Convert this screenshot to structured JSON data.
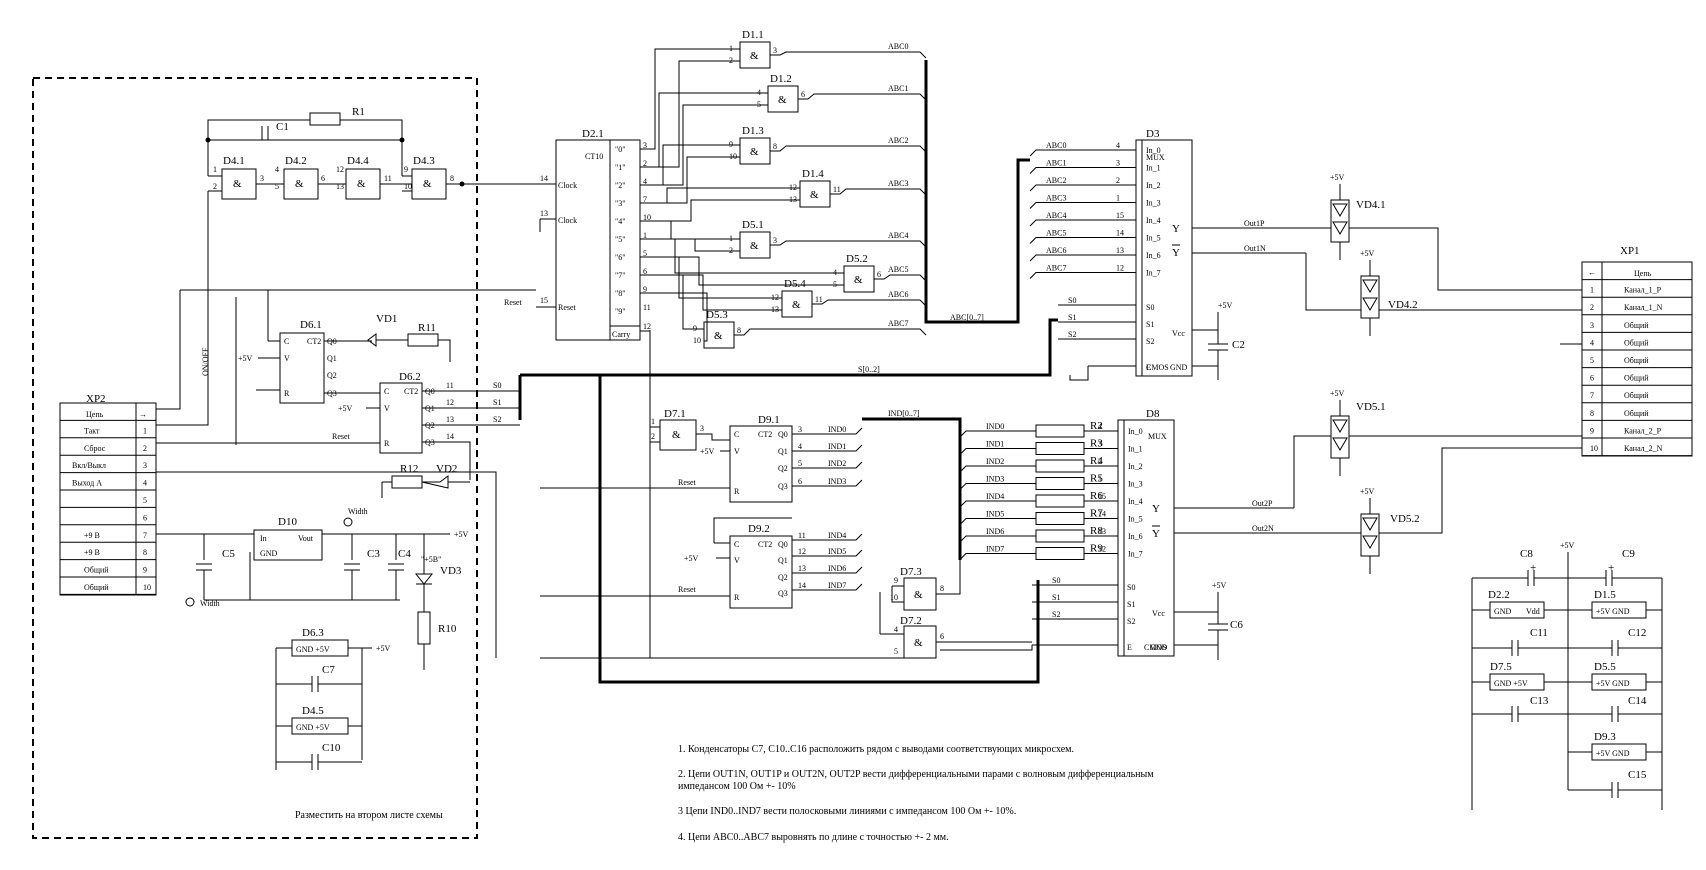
{
  "title_block_note": "Разместить на втором листе схемы",
  "notes": [
    "1. Конденсаторы С7, С10..С16 расположить рядом с выводами соответствующих микросхем.",
    "2. Цепи OUT1N, OUT1P и OUT2N, OUT2P вести дифференциальными парами  с волновым дифференциальным",
    "импедансом 100 Ом +- 10%",
    "3 Цепи IND0..IND7 вести полосковыми линиями с импедансом 100 Ом +- 10%.",
    "4. Цепи   ABC0..ABC7  выровнять по длине с точностью +- 2 мм."
  ],
  "xp2": {
    "ref": "XP2",
    "header": "Цепь",
    "rows": [
      {
        "name": "Такт",
        "pin": "1"
      },
      {
        "name": "Сброс",
        "pin": "2"
      },
      {
        "name": "Вкл/Выкл",
        "pin": "3"
      },
      {
        "name": "Выход А",
        "pin": "4"
      },
      {
        "name": "",
        "pin": "5"
      },
      {
        "name": "",
        "pin": "6"
      },
      {
        "name": "+9 В",
        "pin": "7"
      },
      {
        "name": "+9 В",
        "pin": "8"
      },
      {
        "name": "Общий",
        "pin": "9"
      },
      {
        "name": "Общий",
        "pin": "10"
      }
    ]
  },
  "xp1": {
    "ref": "XP1",
    "header": "Цепь",
    "rows": [
      {
        "pin": "1",
        "name": "Канал_1_P"
      },
      {
        "pin": "2",
        "name": "Канал_1_N"
      },
      {
        "pin": "3",
        "name": "Общий"
      },
      {
        "pin": "4",
        "name": "Общий"
      },
      {
        "pin": "5",
        "name": "Общий"
      },
      {
        "pin": "6",
        "name": "Общий"
      },
      {
        "pin": "7",
        "name": "Общий"
      },
      {
        "pin": "8",
        "name": "Общий"
      },
      {
        "pin": "9",
        "name": "Канал_2_P"
      },
      {
        "pin": "10",
        "name": "Канал_2_N"
      }
    ]
  },
  "refs": {
    "r1": "R1",
    "c1": "C1",
    "d41": "D4.1",
    "d42": "D4.2",
    "d44": "D4.4",
    "d43": "D4.3",
    "d61": "D6.1",
    "d62": "D6.2",
    "vd1": "VD1",
    "r11": "R11",
    "r12": "R12",
    "vd2": "VD2",
    "d10": "D10",
    "c5": "C5",
    "c3": "C3",
    "c4": "C4",
    "vd3": "VD3",
    "vd3_lbl": "\"+5В\"",
    "r10": "R10",
    "d63": "D6.3",
    "c7": "C7",
    "d45": "D4.5",
    "c10": "C10",
    "d21": "D2.1",
    "d11": "D1.1",
    "d12": "D1.2",
    "d13": "D1.3",
    "d14": "D1.4",
    "d51": "D5.1",
    "d52": "D5.2",
    "d54": "D5.4",
    "d53": "D5.3",
    "d71": "D7.1",
    "d91": "D9.1",
    "d92": "D9.2",
    "d73": "D7.3",
    "d72": "D7.2",
    "d3": "D3",
    "d8": "D8",
    "c2": "C2",
    "c6": "C6",
    "vd41": "VD4.1",
    "vd42": "VD4.2",
    "vd51": "VD5.1",
    "vd52": "VD5.2",
    "c8": "C8",
    "c9": "C9",
    "d22": "D2.2",
    "d15": "D1.5",
    "c11": "C11",
    "c12": "C12",
    "d75": "D7.5",
    "d55": "D5.5",
    "c13": "C13",
    "c14": "C14",
    "d93": "D9.3",
    "c15": "C15",
    "r2": "R2",
    "r3": "R3",
    "r4": "R4",
    "r5": "R5",
    "r6": "R6",
    "r7": "R7",
    "r8": "R8",
    "r9": "R9"
  },
  "labels": {
    "and": "&",
    "ct2": "CT2",
    "ct10": "CT10",
    "mux": "MUX",
    "cmos": "CMOS",
    "c": "C",
    "v": "V",
    "r": "R",
    "clock": "Clock",
    "reset": "Reset",
    "carry": "Carry",
    "in": "In",
    "vout": "Vout",
    "gnd": "GND",
    "vcc": "Vcc",
    "vdd": "Vdd",
    "plus5": "+5V",
    "gnd_plus5": "GND +5V",
    "plus5_gnd": "+5V GND",
    "y": "Y",
    "ybar": "Y",
    "e": "E",
    "s0": "S0",
    "s1": "S1",
    "s2": "S2",
    "width": "Width",
    "onoff": "ON/OFF",
    "plus": "+"
  },
  "counter_outputs": [
    "\"0\"",
    "\"1\"",
    "\"2\"",
    "\"3\"",
    "\"4\"",
    "\"5\"",
    "\"6\"",
    "\"7\"",
    "\"8\"",
    "\"9\""
  ],
  "counter_pins": [
    "3",
    "2",
    "4",
    "7",
    "10",
    "1",
    "5",
    "6",
    "9",
    "11"
  ],
  "mux_inputs": [
    "In_0",
    "In_1",
    "In_2",
    "In_3",
    "In_4",
    "In_5",
    "In_6",
    "In_7"
  ],
  "q_outputs": [
    "Q0",
    "Q1",
    "Q2",
    "Q3"
  ],
  "abc_nets": [
    "ABC0",
    "ABC1",
    "ABC2",
    "ABC3",
    "ABC4",
    "ABC5",
    "ABC6",
    "ABC7"
  ],
  "ind_nets": [
    "IND0",
    "IND1",
    "IND2",
    "IND3",
    "IND4",
    "IND5",
    "IND6",
    "IND7"
  ],
  "d3_in_pins": [
    "4",
    "3",
    "2",
    "1",
    "15",
    "14",
    "13",
    "12"
  ],
  "bus_labels": {
    "abc": "ABC[0..7]",
    "s": "S[0..2]",
    "ind": "IND[0..7]"
  },
  "nets": {
    "out1p": "Out1P",
    "out1n": "Out1N",
    "out2p": "Out2P",
    "out2n": "Out2N",
    "s0": "S0",
    "s1": "S1",
    "s2": "S2",
    "reset": "Reset"
  }
}
